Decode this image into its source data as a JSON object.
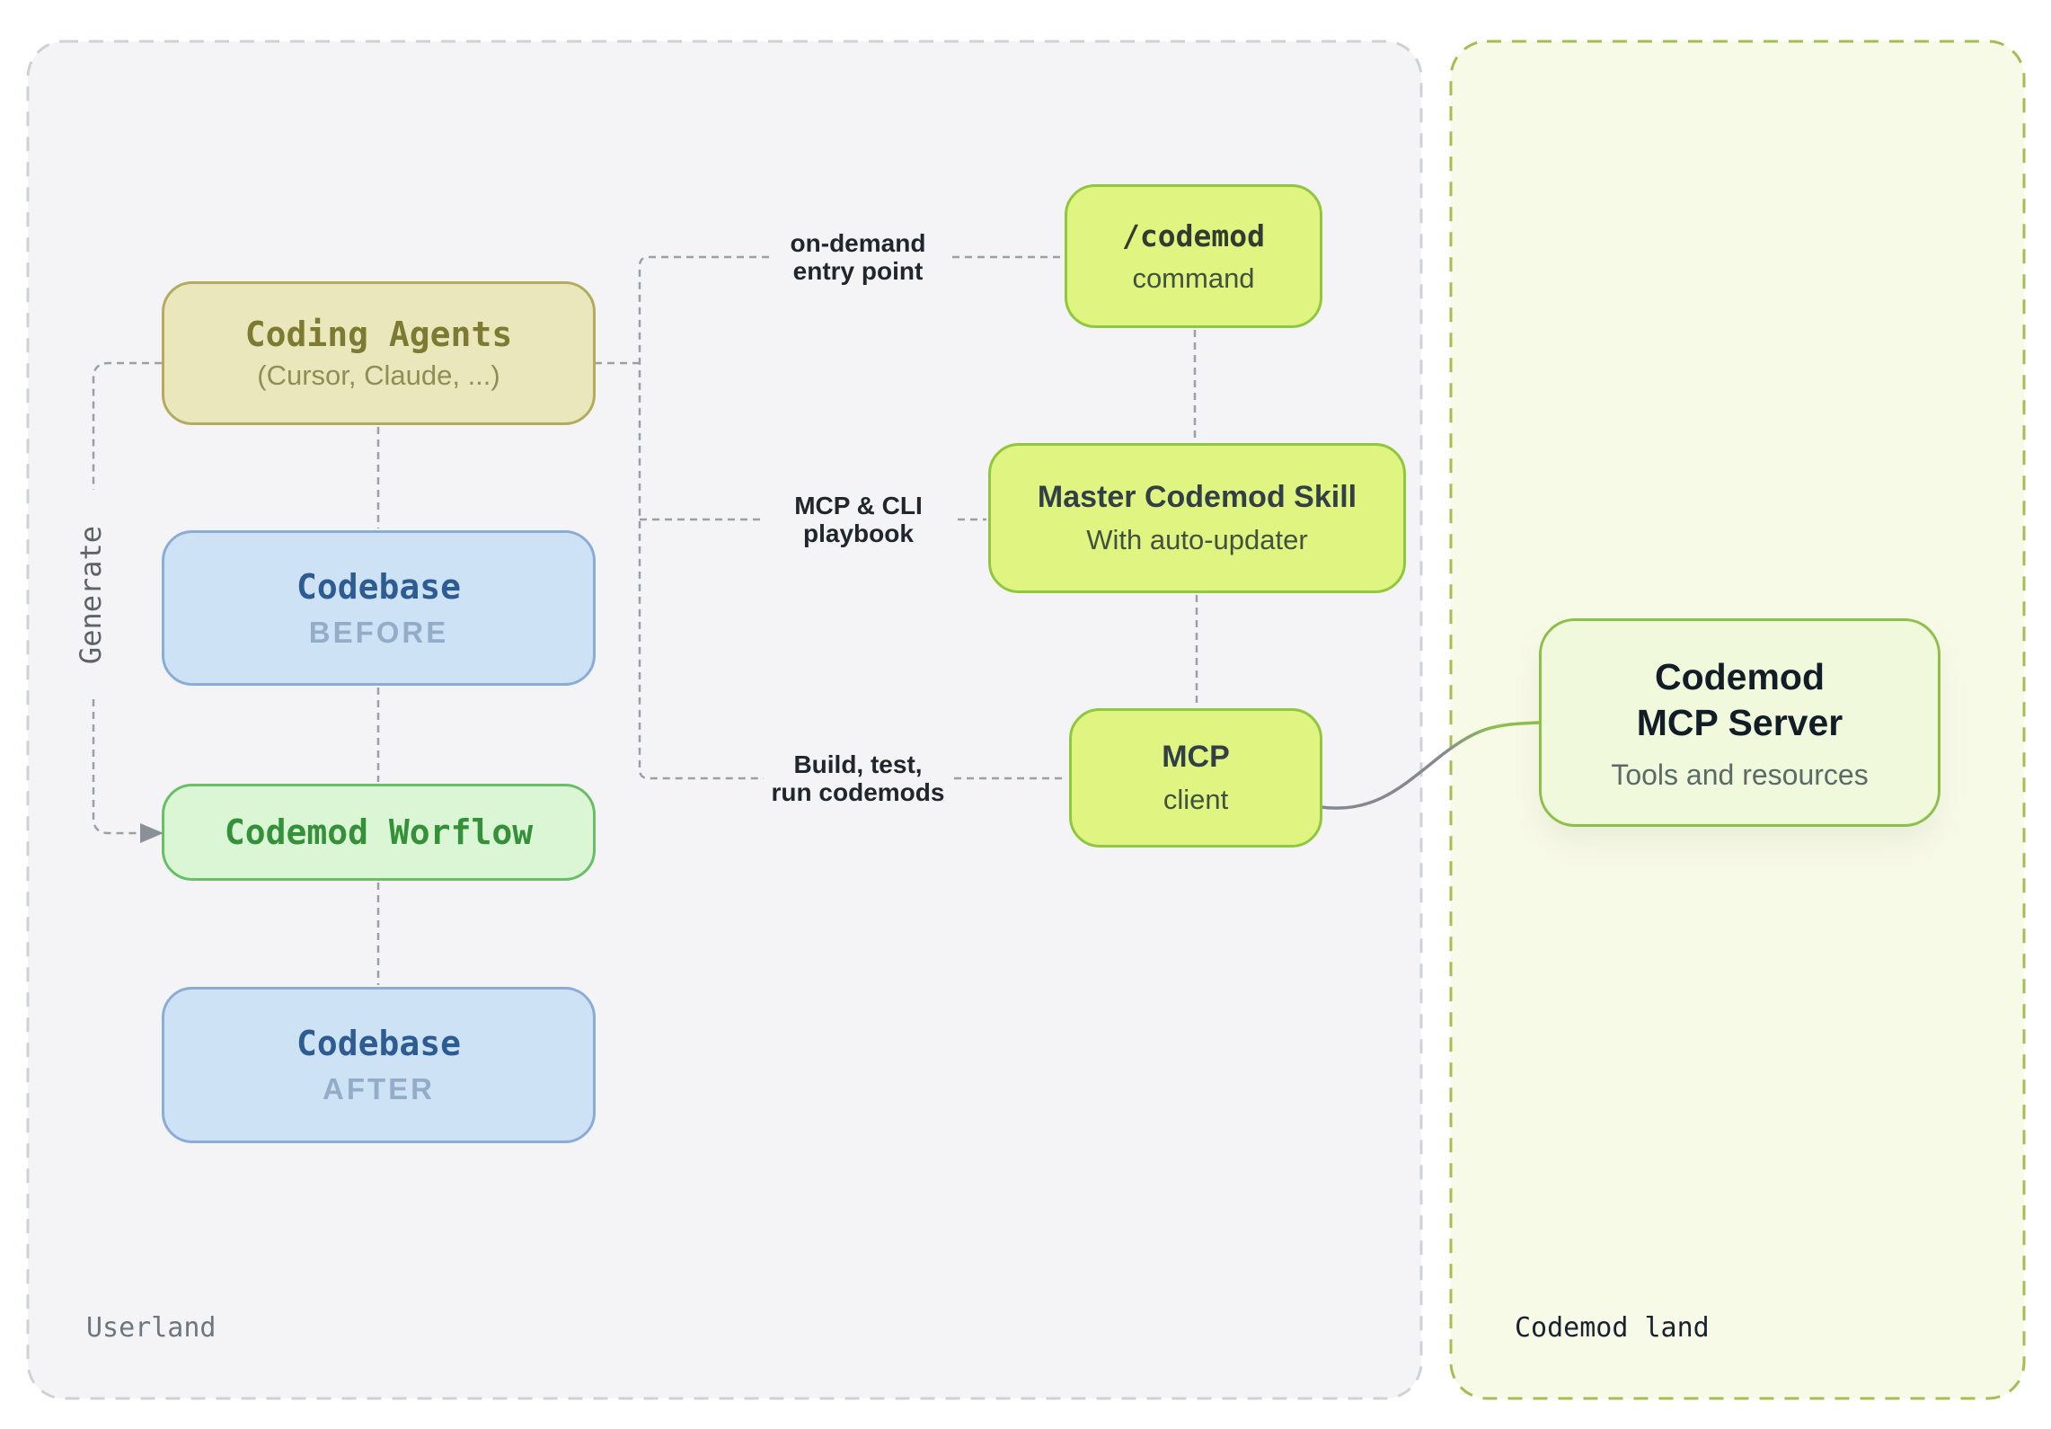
{
  "userland": {
    "label": "Userland",
    "nodes": {
      "coding_agents": {
        "title": "Coding Agents",
        "subtitle": "(Cursor, Claude, ...)"
      },
      "codebase_before": {
        "title": "Codebase",
        "subtitle": "BEFORE"
      },
      "codemod_worflow": {
        "title": "Codemod Worflow"
      },
      "codebase_after": {
        "title": "Codebase",
        "subtitle": "AFTER"
      },
      "codemod_command": {
        "title": "/codemod",
        "subtitle": "command"
      },
      "master_codemod_skill": {
        "title": "Master Codemod Skill",
        "subtitle": "With auto-updater"
      },
      "mcp_client": {
        "title": "MCP",
        "subtitle": "client"
      }
    },
    "edge_labels": {
      "generate": "Generate",
      "on_demand_line1": "on-demand",
      "on_demand_line2": "entry point",
      "mcp_cli_line1": "MCP & CLI",
      "mcp_cli_line2": "playbook",
      "build_test_line1": "Build, test,",
      "build_test_line2": "run codemods"
    }
  },
  "codemod_land": {
    "label": "Codemod land",
    "nodes": {
      "codemod_mcp_server": {
        "title_line1": "Codemod",
        "title_line2": "MCP Server",
        "subtitle": "Tools and resources"
      }
    }
  },
  "colors": {
    "userland_bg": "#f4f4f6",
    "userland_border": "#ced2d8",
    "codemod_land_bg": "#f8fae8",
    "codemod_land_border": "#a3bf51",
    "agents_fill": "#eae7bd",
    "agents_border": "#b2ad5e",
    "codebase_fill": "#cee2f5",
    "codebase_border": "#8badd5",
    "workflow_fill": "#dbf6d4",
    "workflow_border": "#69be66",
    "action_fill": "#dff481",
    "action_border": "#8fc73f",
    "server_fill": "#f0f9dc",
    "server_border": "#8cc04a",
    "connector": "#9aa0a6"
  }
}
